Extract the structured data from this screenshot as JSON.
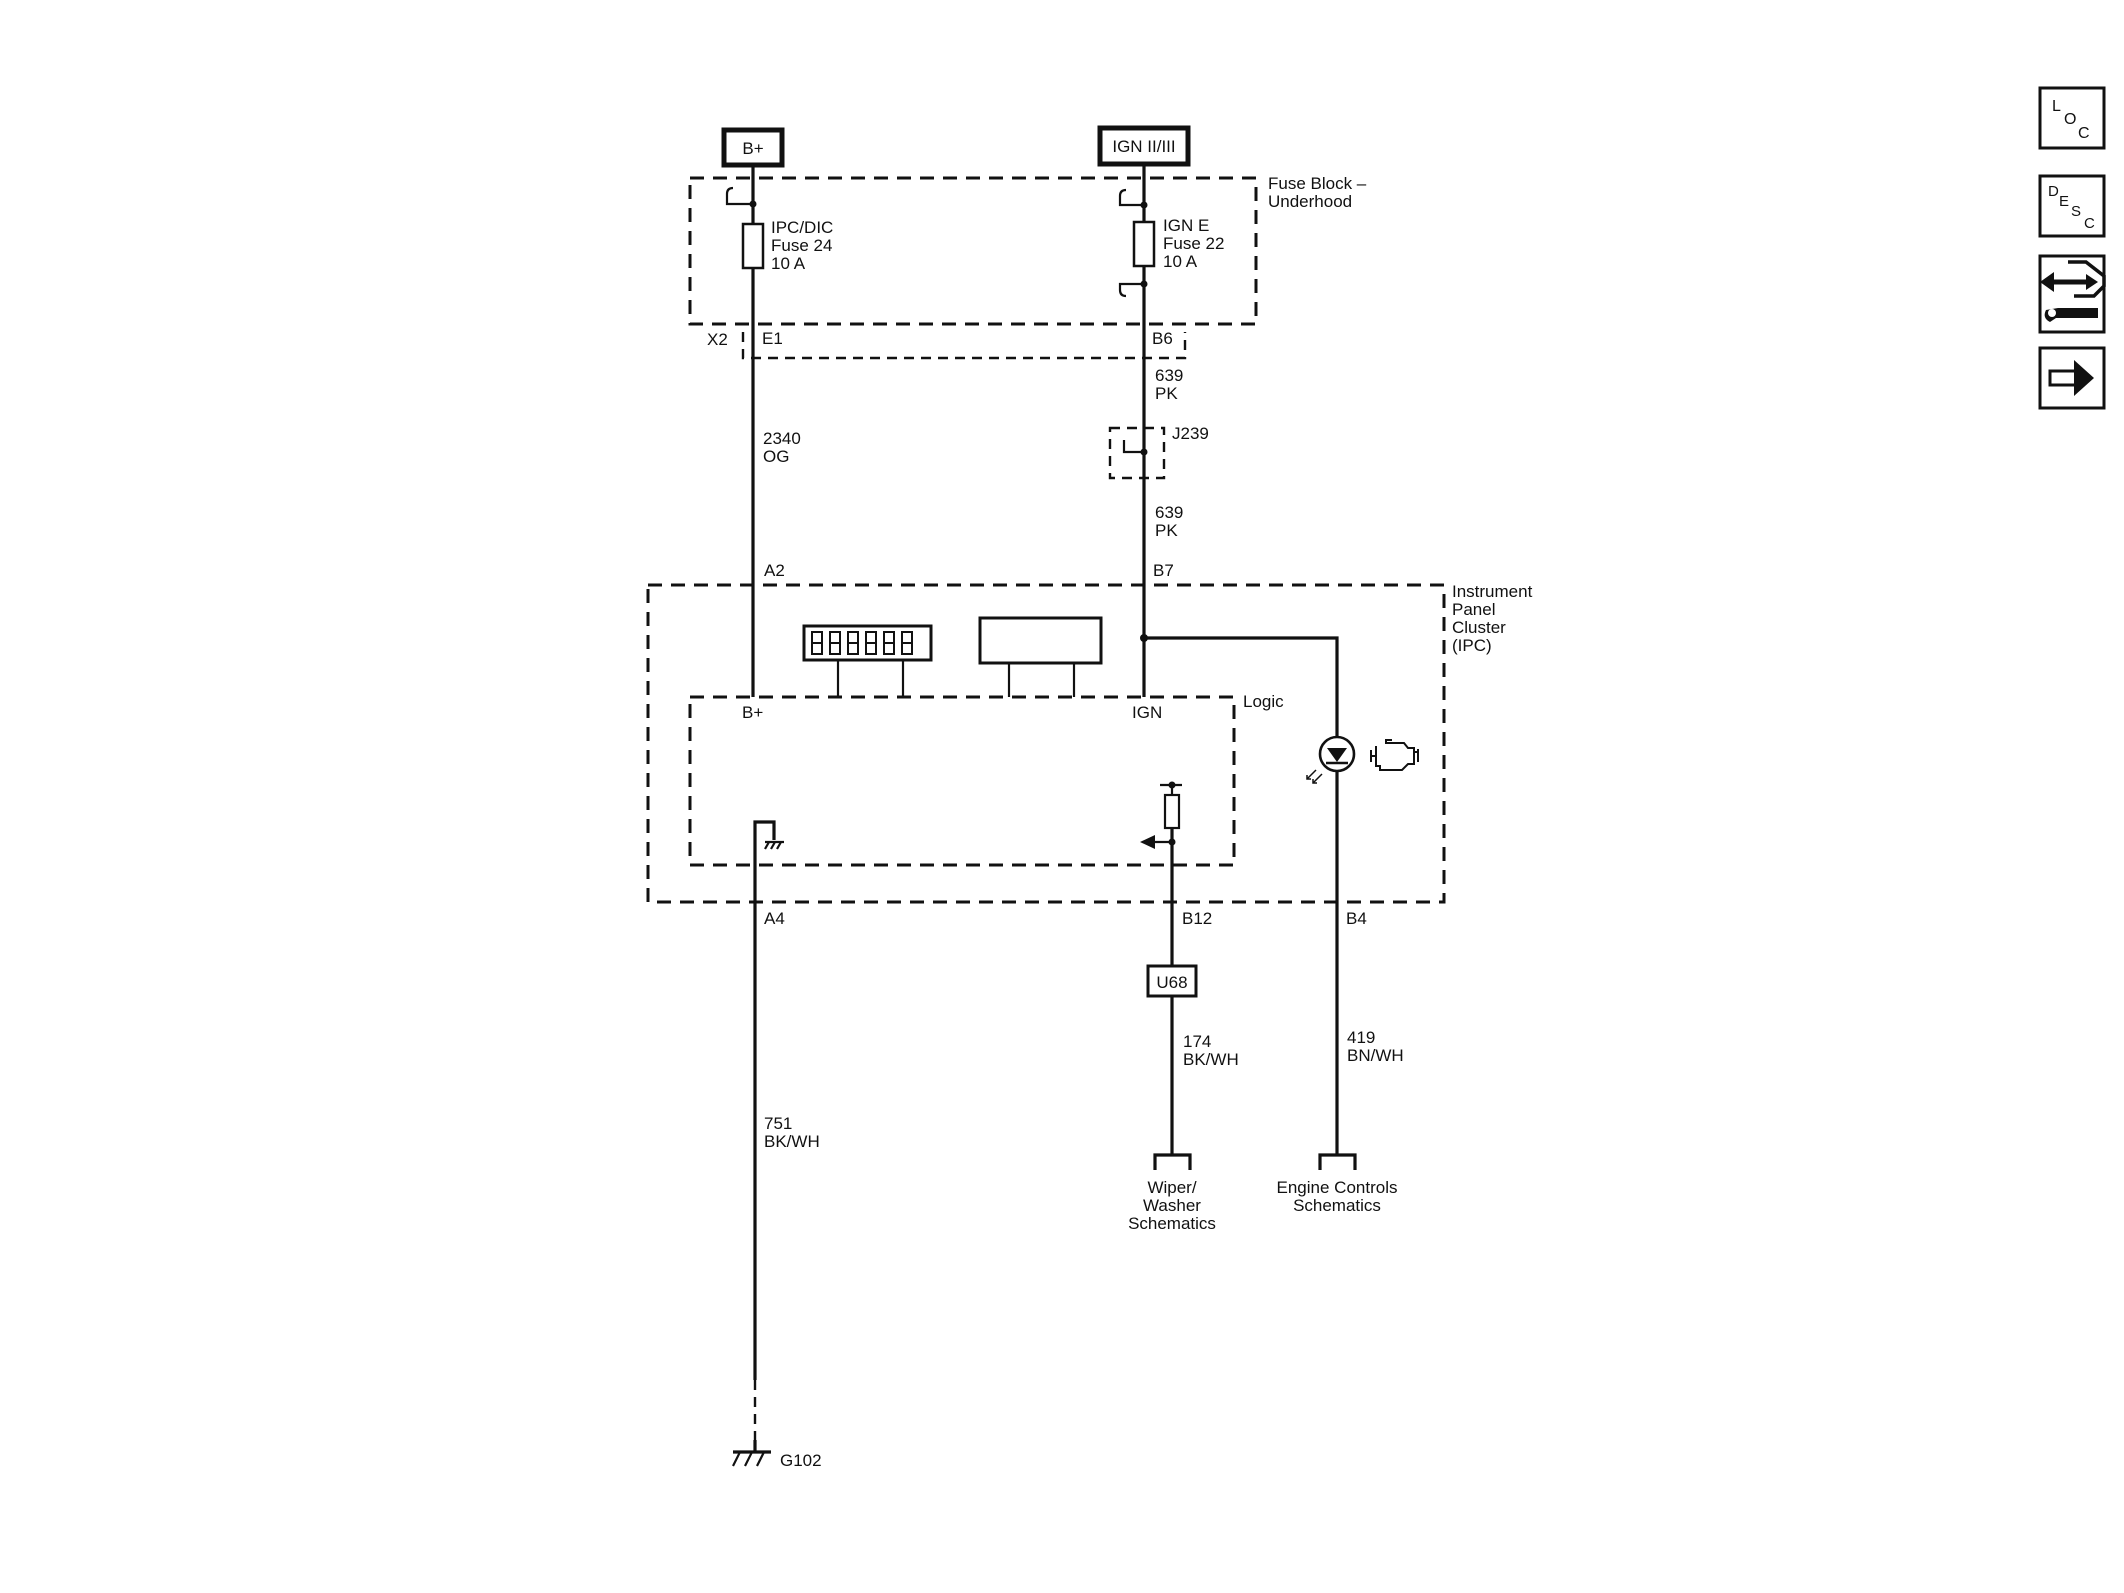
{
  "sources": {
    "bplus": "B+",
    "ign": "IGN II/III"
  },
  "fuse_block": {
    "label_line1": "Fuse Block –",
    "label_line2": "Underhood",
    "fuse_left": {
      "line1": "IPC/DIC",
      "line2": "Fuse 24",
      "line3": "10 A"
    },
    "fuse_right": {
      "line1": "IGN E",
      "line2": "Fuse 22",
      "line3": "10 A"
    },
    "connector": "X2",
    "pin_left": "E1",
    "pin_right": "B6"
  },
  "wires": {
    "w2340": {
      "num": "2340",
      "color": "OG"
    },
    "w639_upper": {
      "num": "639",
      "color": "PK"
    },
    "w639_lower": {
      "num": "639",
      "color": "PK"
    },
    "w751": {
      "num": "751",
      "color": "BK/WH"
    },
    "w174": {
      "num": "174",
      "color": "BK/WH"
    },
    "w419": {
      "num": "419",
      "color": "BN/WH"
    }
  },
  "splice": "J239",
  "ipc": {
    "label_line1": "Instrument",
    "label_line2": "Panel",
    "label_line3": "Cluster",
    "label_line4": "(IPC)",
    "pin_a2": "A2",
    "pin_b7": "B7",
    "pin_a4": "A4",
    "pin_b12": "B12",
    "pin_b4": "B4",
    "logic_label": "Logic",
    "logic_bplus": "B+",
    "logic_ign": "IGN"
  },
  "inline_connector": "U68",
  "destinations": {
    "wiper_line1": "Wiper/",
    "wiper_line2": "Washer",
    "wiper_line3": "Schematics",
    "engine_line1": "Engine Controls",
    "engine_line2": "Schematics"
  },
  "ground": "G102",
  "side_buttons": {
    "loc": {
      "l1": "L",
      "l2": "O",
      "l3": "C"
    },
    "desc": {
      "l1": "D",
      "l2": "E",
      "l3": "S",
      "l4": "C"
    }
  },
  "icons": [
    "loc-icon",
    "desc-icon",
    "connector-tool-icon",
    "next-arrow-icon",
    "engine-icon",
    "led-icon",
    "ground-icon"
  ]
}
